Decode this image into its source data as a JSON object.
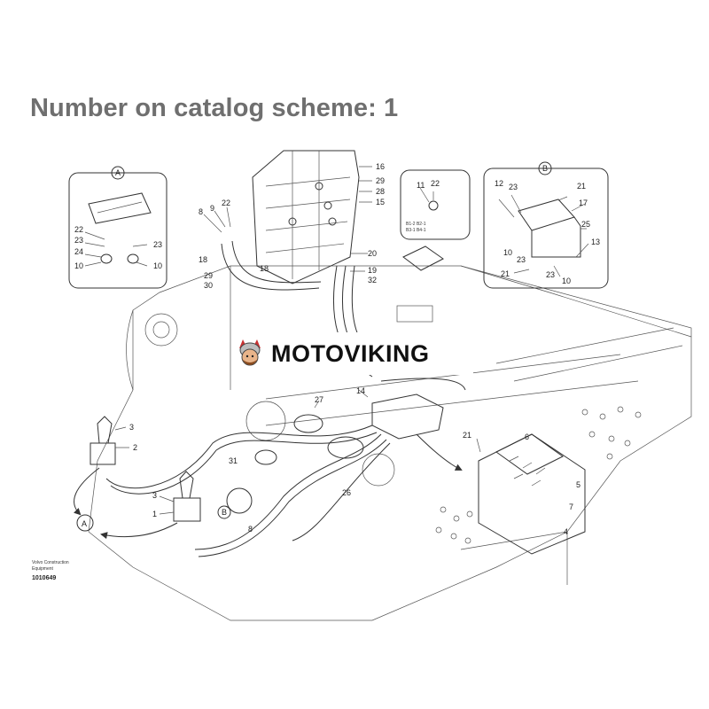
{
  "heading": "Number on catalog scheme: 1",
  "watermark": {
    "brand": "MOTOVIKING"
  },
  "detail_a": {
    "title": "A",
    "callouts": [
      "22",
      "23",
      "24",
      "10",
      "10",
      "23"
    ]
  },
  "detail_b": {
    "title": "B",
    "callouts": [
      "12",
      "23",
      "21",
      "17",
      "25",
      "13",
      "10",
      "23",
      "21",
      "23",
      "10"
    ]
  },
  "detail_mid": {
    "callouts": [
      "22",
      "11"
    ]
  },
  "valve_callouts": [
    "16",
    "29",
    "28",
    "15",
    "9",
    "22",
    "8",
    "18",
    "20",
    "29",
    "30",
    "18",
    "19",
    "32"
  ],
  "lower_callouts": [
    "27",
    "14",
    "3",
    "2",
    "31",
    "26",
    "3",
    "1",
    "8",
    "21",
    "6",
    "5",
    "7",
    "4"
  ],
  "arrow_labels": {
    "a": "A",
    "b": "B"
  },
  "footer": {
    "line1": "Volvo Construction",
    "line2": "Equipment",
    "code": "1010649"
  }
}
